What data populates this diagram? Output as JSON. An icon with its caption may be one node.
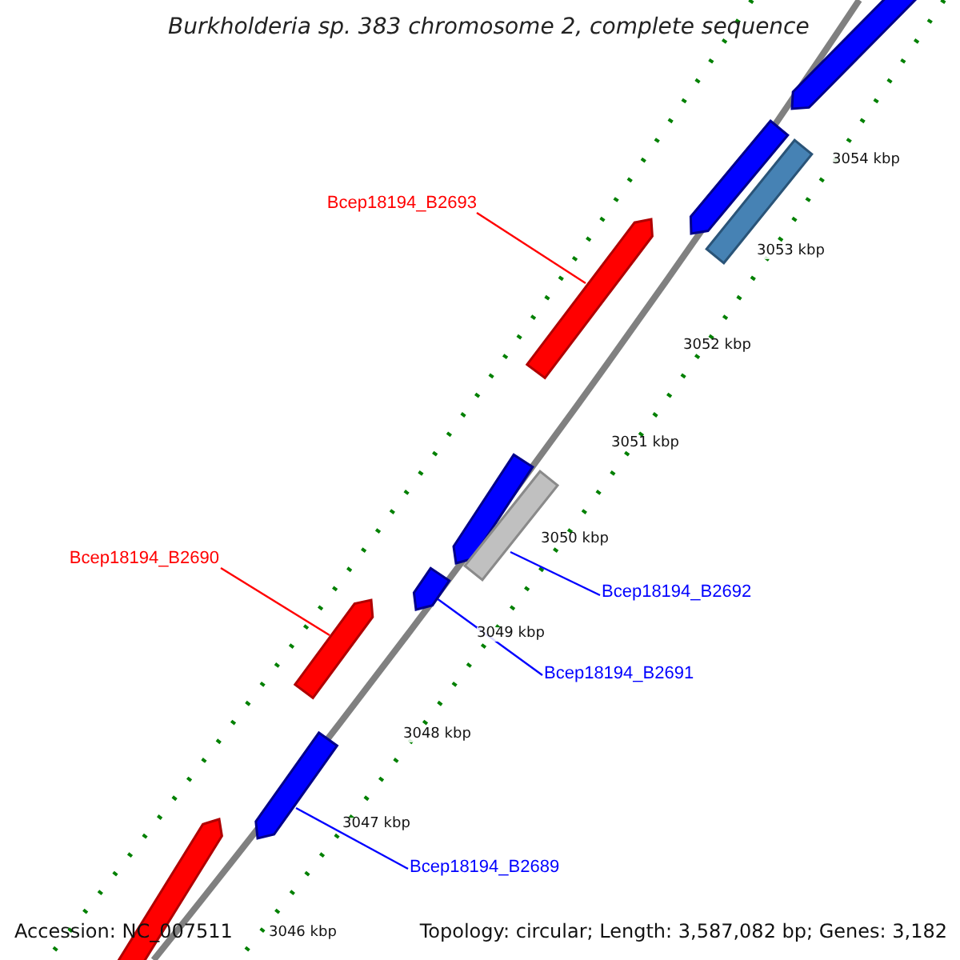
{
  "diagram": {
    "title": "Burkholderia sp. 383 chromosome 2, complete sequence",
    "nodes": [
      {
        "text": [
          "Bcep18194_B2693"
        ]
      },
      {
        "text": [
          "Bcep18194_B2690"
        ]
      },
      {
        "text": [
          "Bcep18194_B2692"
        ]
      },
      {
        "text": [
          "Bcep18194_B2691"
        ]
      },
      {
        "text": [
          "Bcep18194_B2689"
        ]
      },
      {
        "text": [],
        "shape": "bar"
      },
      {
        "text": [],
        "shape": "bar"
      },
      {
        "text": [],
        "shape": "bar"
      },
      {
        "text": [],
        "shape": "bar"
      },
      {
        "text": [],
        "shape": "bar"
      },
      {
        "text": [],
        "shape": "bar"
      },
      {
        "text": [],
        "shape": "bar"
      },
      {
        "text": [],
        "shape": "bar"
      },
      {
        "text": [],
        "shape": "bar"
      },
      {
        "text": [],
        "shape": "bar"
      }
    ],
    "edges": [
      {
        "from": 0,
        "to": 8,
        "arrow": "none",
        "color": "#ff0000"
      },
      {
        "from": 1,
        "to": 12,
        "arrow": "none",
        "color": "#ff0000"
      },
      {
        "from": 2,
        "to": 10,
        "arrow": "none"
      },
      {
        "from": 3,
        "to": 11,
        "arrow": "none"
      },
      {
        "from": 4,
        "to": 13,
        "arrow": "none"
      }
    ],
    "labels": [
      "3054 kbp",
      "3053 kbp",
      "3052 kbp",
      "3051 kbp",
      "3050 kbp",
      "3049 kbp",
      "3048 kbp",
      "3047 kbp",
      "3046 kbp",
      "Accession: NC_007511",
      "Topology: circular; Length: 3,587,082 bp; Genes: 3,182"
    ]
  }
}
